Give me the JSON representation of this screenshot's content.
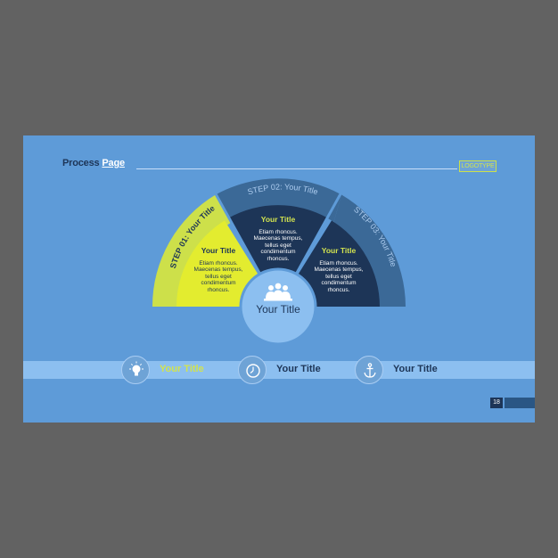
{
  "header": {
    "title_part1": "Process",
    "title_part2": "Page",
    "logotype": "LOGOTYPE"
  },
  "steps": [
    {
      "label": "STEP 01: Your Title",
      "title": "Your Title",
      "body": "Etiam rhoncus. Maecenas tempus, tellus eget condimentum rhoncus."
    },
    {
      "label": "STEP 02: Your Title",
      "title": "Your Title",
      "body": "Etiam rhoncus. Maecenas tempus, tellus eget condimentum rhoncus."
    },
    {
      "label": "STEP 03: Your Title",
      "title": "Your Title",
      "body": "Etiam rhoncus. Maecenas tempus, tellus eget condimentum rhoncus."
    }
  ],
  "center": {
    "title": "Your Title",
    "icon": "people-meeting-icon"
  },
  "bottom_items": [
    {
      "icon": "lightbulb-icon",
      "label": "Your Title",
      "color": "#d2e34f"
    },
    {
      "icon": "clock-icon",
      "label": "Your Title",
      "color": "#1d3557"
    },
    {
      "icon": "anchor-icon",
      "label": "Your Title",
      "color": "#1d3557"
    }
  ],
  "page_number": "18",
  "colors": {
    "slide_bg": "#5e9bd8",
    "green": "#cde04a",
    "lime": "#e3ec2f",
    "navy": "#1d3557",
    "mid_blue": "#3b6997"
  }
}
